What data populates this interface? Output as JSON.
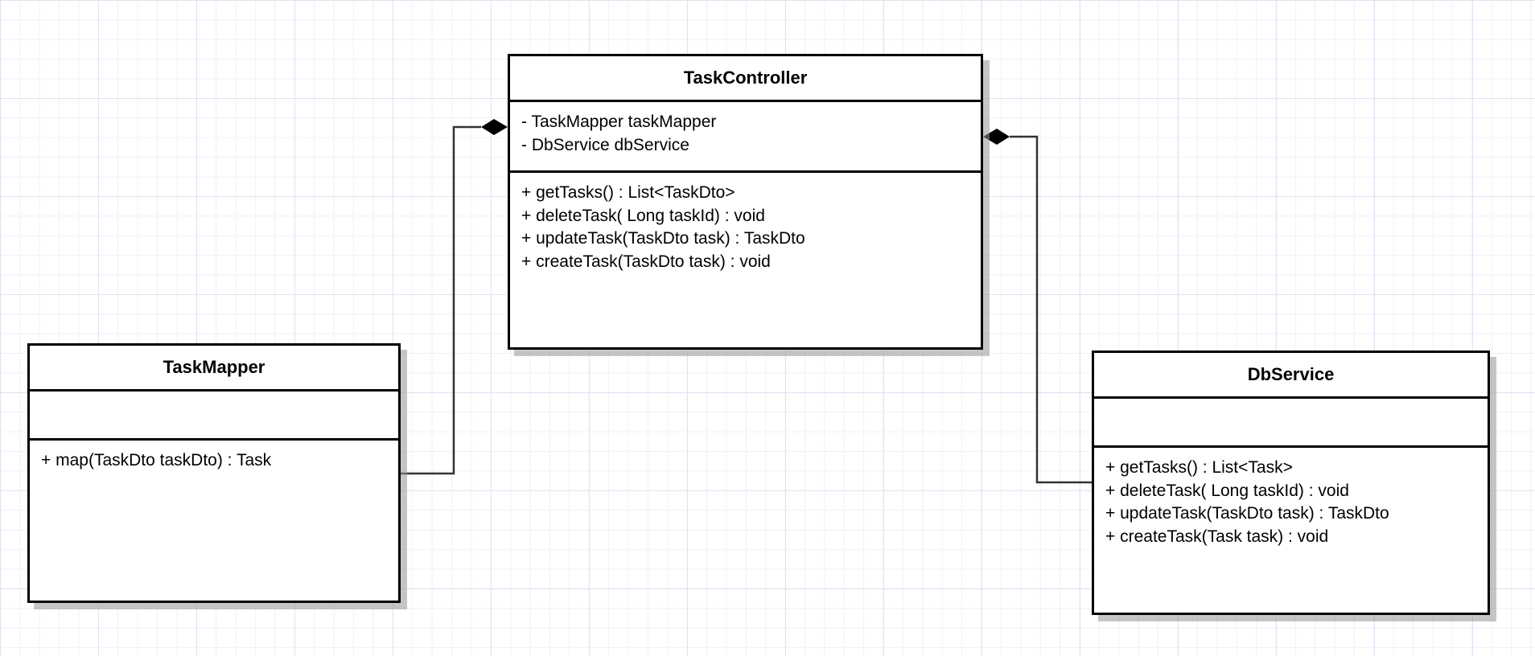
{
  "diagram": {
    "type": "uml-class-diagram",
    "classes": [
      {
        "id": "taskcontroller",
        "name": "TaskController",
        "attributes": [
          "- TaskMapper taskMapper",
          "- DbService dbService"
        ],
        "operations": [
          "+ getTasks() : List<TaskDto>",
          "+ deleteTask( Long taskId) : void",
          "+ updateTask(TaskDto task) : TaskDto",
          "+ createTask(TaskDto task) : void"
        ]
      },
      {
        "id": "taskmapper",
        "name": "TaskMapper",
        "attributes": [],
        "operations": [
          "+ map(TaskDto taskDto) : Task"
        ]
      },
      {
        "id": "dbservice",
        "name": "DbService",
        "attributes": [],
        "operations": [
          "+ getTasks() : List<Task>",
          "+ deleteTask( Long taskId) : void",
          "+ updateTask(TaskDto task) : TaskDto",
          "+ createTask(Task task) : void"
        ]
      }
    ],
    "relationships": [
      {
        "type": "composition",
        "whole": "TaskController",
        "part": "TaskMapper"
      },
      {
        "type": "composition",
        "whole": "TaskController",
        "part": "DbService"
      }
    ],
    "colors": {
      "background": "#ffffff",
      "grid_major": "#e2e2f2",
      "grid_minor": "#f0f0fa",
      "stroke": "#000000",
      "connector": "#333333",
      "shadow": "#969696"
    }
  }
}
